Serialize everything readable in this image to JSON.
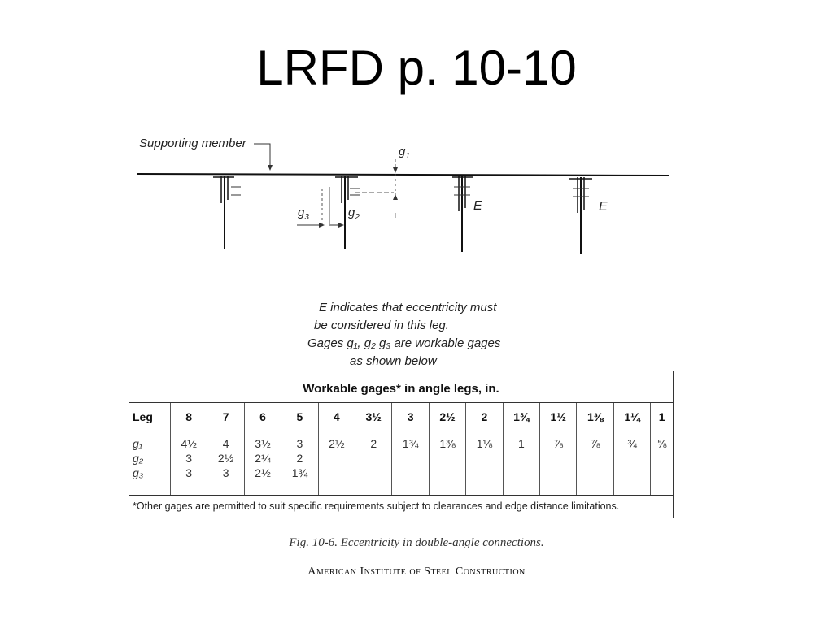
{
  "slide": {
    "title": "LRFD p. 10-10"
  },
  "diagram": {
    "supporting_member_label": "Supporting member",
    "g1_label": "g",
    "g1_sub": "1",
    "g2_label": "g",
    "g2_sub": "2",
    "g3_label": "g",
    "g3_sub": "3",
    "eccentricity_label_a": "E",
    "eccentricity_label_b": "E"
  },
  "caption_lines": [
    "E indicates that eccentricity must",
    "be considered in this leg.",
    "Gages g₁, g₂ g₃ are workable gages",
    "as shown below"
  ],
  "table": {
    "header": "Workable gages* in angle legs, in.",
    "leg_header": "Leg",
    "columns": [
      "8",
      "7",
      "6",
      "5",
      "4",
      "3½",
      "3",
      "2½",
      "2",
      "1¾",
      "1½",
      "1⅜",
      "1¼",
      "1"
    ],
    "row_labels": [
      "g₁",
      "g₂",
      "g₃"
    ],
    "cells": [
      [
        "4½",
        "3",
        "3"
      ],
      [
        "4",
        "2½",
        "3"
      ],
      [
        "3½",
        "2¼",
        "2½"
      ],
      [
        "3",
        "2",
        "1¾"
      ],
      [
        "2½"
      ],
      [
        "2"
      ],
      [
        "1¾"
      ],
      [
        "1⅜"
      ],
      [
        "1⅛"
      ],
      [
        "1"
      ],
      [
        "⅞"
      ],
      [
        "⅞"
      ],
      [
        "¾"
      ],
      [
        "⅝"
      ]
    ],
    "footnote": "*Other gages are permitted to suit specific requirements subject to clearances and edge distance limitations."
  },
  "figure_caption": "Fig. 10-6. Eccentricity in double-angle connections.",
  "publisher": "American Institute of Steel Construction"
}
